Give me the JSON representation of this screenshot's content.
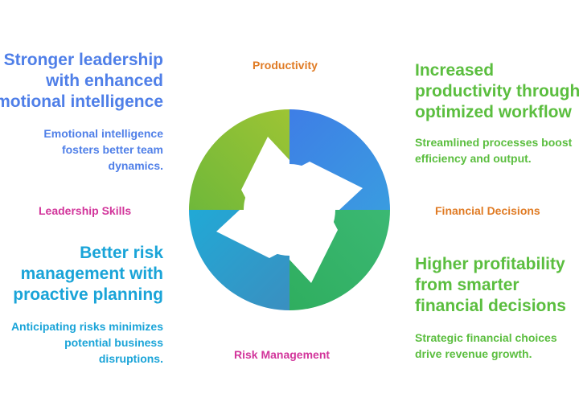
{
  "colors": {
    "blue": "#4F7FE8",
    "green": "#5BBE3F",
    "cyan": "#1AA4D8",
    "magenta": "#D2359B",
    "orange": "#E07B24"
  },
  "labels": {
    "top": "Productivity",
    "left": "Leadership Skills",
    "right": "Financial Decisions",
    "bottom": "Risk Management"
  },
  "blocks": {
    "leadership": {
      "heading": [
        "Stronger leadership",
        "with enhanced",
        "emotional intelligence"
      ],
      "desc": [
        "Emotional intelligence",
        "fosters better team",
        "dynamics."
      ]
    },
    "productivity": {
      "heading": [
        "Increased",
        "productivity through",
        "optimized workflow"
      ],
      "desc": [
        "Streamlined processes boost",
        "efficiency and output."
      ]
    },
    "risk": {
      "heading": [
        "Better risk",
        "management with",
        "proactive planning"
      ],
      "desc": [
        "Anticipating risks minimizes",
        "potential business",
        "disruptions."
      ]
    },
    "profit": {
      "heading": [
        "Higher profitability",
        "from smarter",
        "financial decisions"
      ],
      "desc": [
        "Strategic financial choices",
        "drive revenue growth."
      ]
    }
  }
}
